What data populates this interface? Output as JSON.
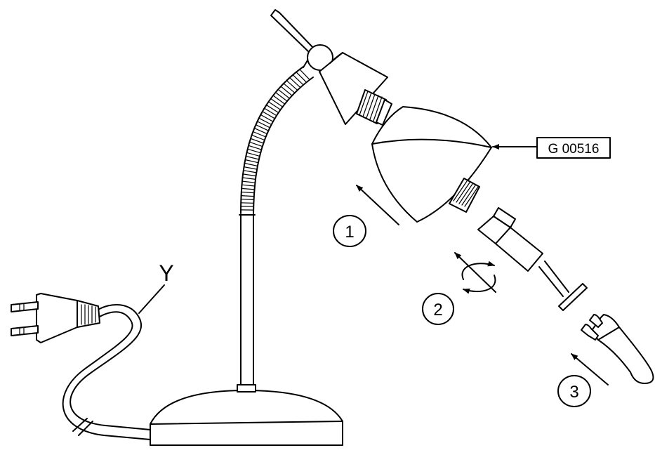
{
  "labels": {
    "part_number": "G 00516",
    "cord_label": "Y",
    "step_1": "1",
    "step_2": "2",
    "step_3": "3"
  },
  "colors": {
    "line": "#000000",
    "background": "#ffffff"
  }
}
